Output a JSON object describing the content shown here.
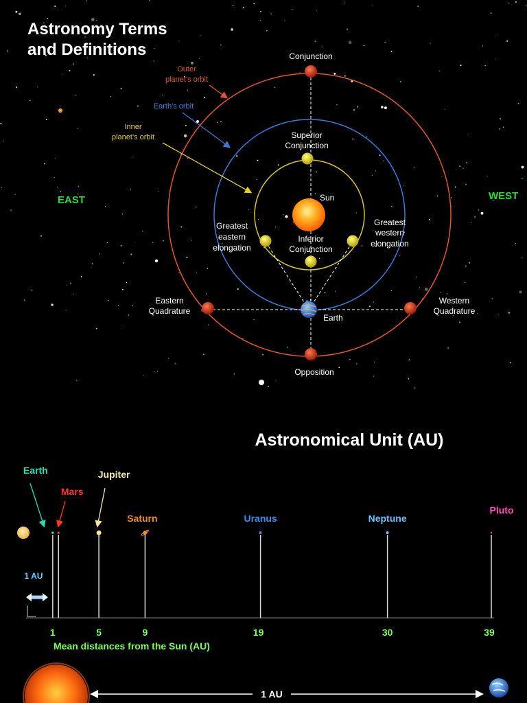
{
  "orbit_diagram": {
    "title_line1": "Astronomy Terms",
    "title_line2": "and Definitions",
    "direction_east": "EAST",
    "direction_west": "WEST",
    "orbit_labels": {
      "outer_line1": "Outer",
      "outer_line2": "planet's orbit",
      "earth": "Earth's orbit",
      "inner_line1": "Inner",
      "inner_line2": "planet's orbit"
    },
    "positions": {
      "conjunction": "Conjunction",
      "superior_line1": "Superior",
      "superior_line2": "Conjunction",
      "sun": "Sun",
      "inferior_line1": "Inferior",
      "inferior_line2": "Conjunction",
      "gee_line1": "Greatest",
      "gee_line2": "eastern",
      "gee_line3": "elongation",
      "gwe_line1": "Greatest",
      "gwe_line2": "western",
      "gwe_line3": "elongation",
      "eastern_q_line1": "Eastern",
      "eastern_q_line2": "Quadrature",
      "western_q_line1": "Western",
      "western_q_line2": "Quadrature",
      "earth": "Earth",
      "opposition": "Opposition"
    },
    "colors": {
      "outer_orbit": "#e0582a",
      "earth_orbit": "#3a7bd5",
      "inner_orbit": "#d8c81a",
      "outer_label": "#e0582a",
      "earth_label": "#4a78d8",
      "inner_label": "#e6d21a",
      "sun_label": "#ff8a1a",
      "direction": "#22dd33"
    }
  },
  "au_chart": {
    "title": "Astronomical Unit (AU)",
    "axis_label": "Mean distances from the Sun (AU)",
    "one_au_label": "1 AU",
    "bottom_scale_label": "1 AU",
    "planets": [
      {
        "name": "Earth",
        "distance": 1,
        "color": "#22e0b0"
      },
      {
        "name": "Mars",
        "distance": 1.5,
        "color": "#ff3a20"
      },
      {
        "name": "Jupiter",
        "distance": 5,
        "color": "#f2e7a8"
      },
      {
        "name": "Saturn",
        "distance": 9,
        "color": "#f08a2a"
      },
      {
        "name": "Uranus",
        "distance": 19,
        "color": "#3a8ef0"
      },
      {
        "name": "Neptune",
        "distance": 30,
        "color": "#6ac0ff"
      },
      {
        "name": "Pluto",
        "distance": 39,
        "color": "#ff4fbf"
      }
    ],
    "ticks": [
      "1",
      "5",
      "9",
      "19",
      "30",
      "39"
    ]
  },
  "chart_data": {
    "type": "scatter",
    "title": "Astronomical Unit (AU)",
    "xlabel": "Mean distances from the Sun (AU)",
    "ylabel": "",
    "categories": [
      "Earth",
      "Mars",
      "Jupiter",
      "Saturn",
      "Uranus",
      "Neptune",
      "Pluto"
    ],
    "values": [
      1,
      1.5,
      5,
      9,
      19,
      30,
      39
    ],
    "xticks": [
      1,
      5,
      9,
      19,
      30,
      39
    ],
    "xlim": [
      0,
      39
    ]
  }
}
